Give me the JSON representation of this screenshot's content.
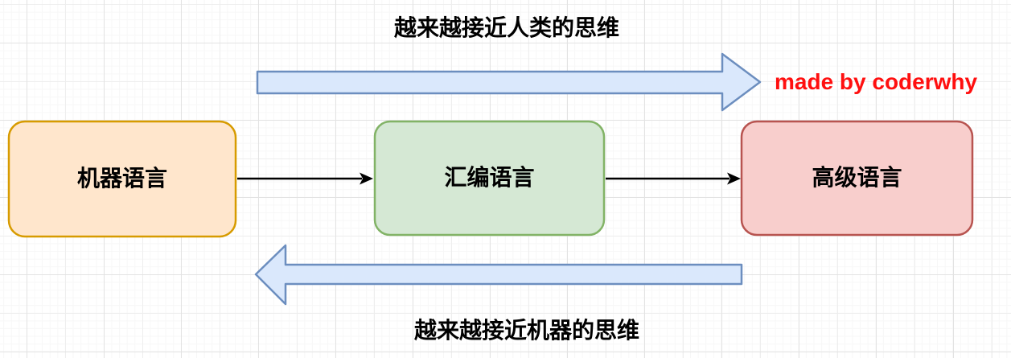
{
  "diagram": {
    "title_annotations": {
      "top": {
        "text": "越来越接近人类的思维",
        "color": "#000000"
      },
      "bottom": {
        "text": "越来越接近机器的思维",
        "color": "#000000"
      }
    },
    "credit": {
      "text": "made by coderwhy",
      "color": "#ff0f0f"
    },
    "nodes": [
      {
        "label": "机器语言",
        "fill": "#ffe6cc",
        "border": "#d79b00"
      },
      {
        "label": "汇编语言",
        "fill": "#d5e8d4",
        "border": "#82b366"
      },
      {
        "label": "高级语言",
        "fill": "#f8cecc",
        "border": "#b85450"
      }
    ],
    "flow_arrows": {
      "top": {
        "direction": "right",
        "fill": "#dae8fc",
        "border": "#6c8ebf"
      },
      "bottom": {
        "direction": "left",
        "fill": "#dae8fc",
        "border": "#6c8ebf"
      }
    },
    "connectors": {
      "color": "#000000"
    },
    "grid": {
      "background": "#ffffff",
      "minor_color": "#f7f7f7",
      "medium_color": "#eeeeee",
      "major_color": "#e3e3e3"
    }
  }
}
